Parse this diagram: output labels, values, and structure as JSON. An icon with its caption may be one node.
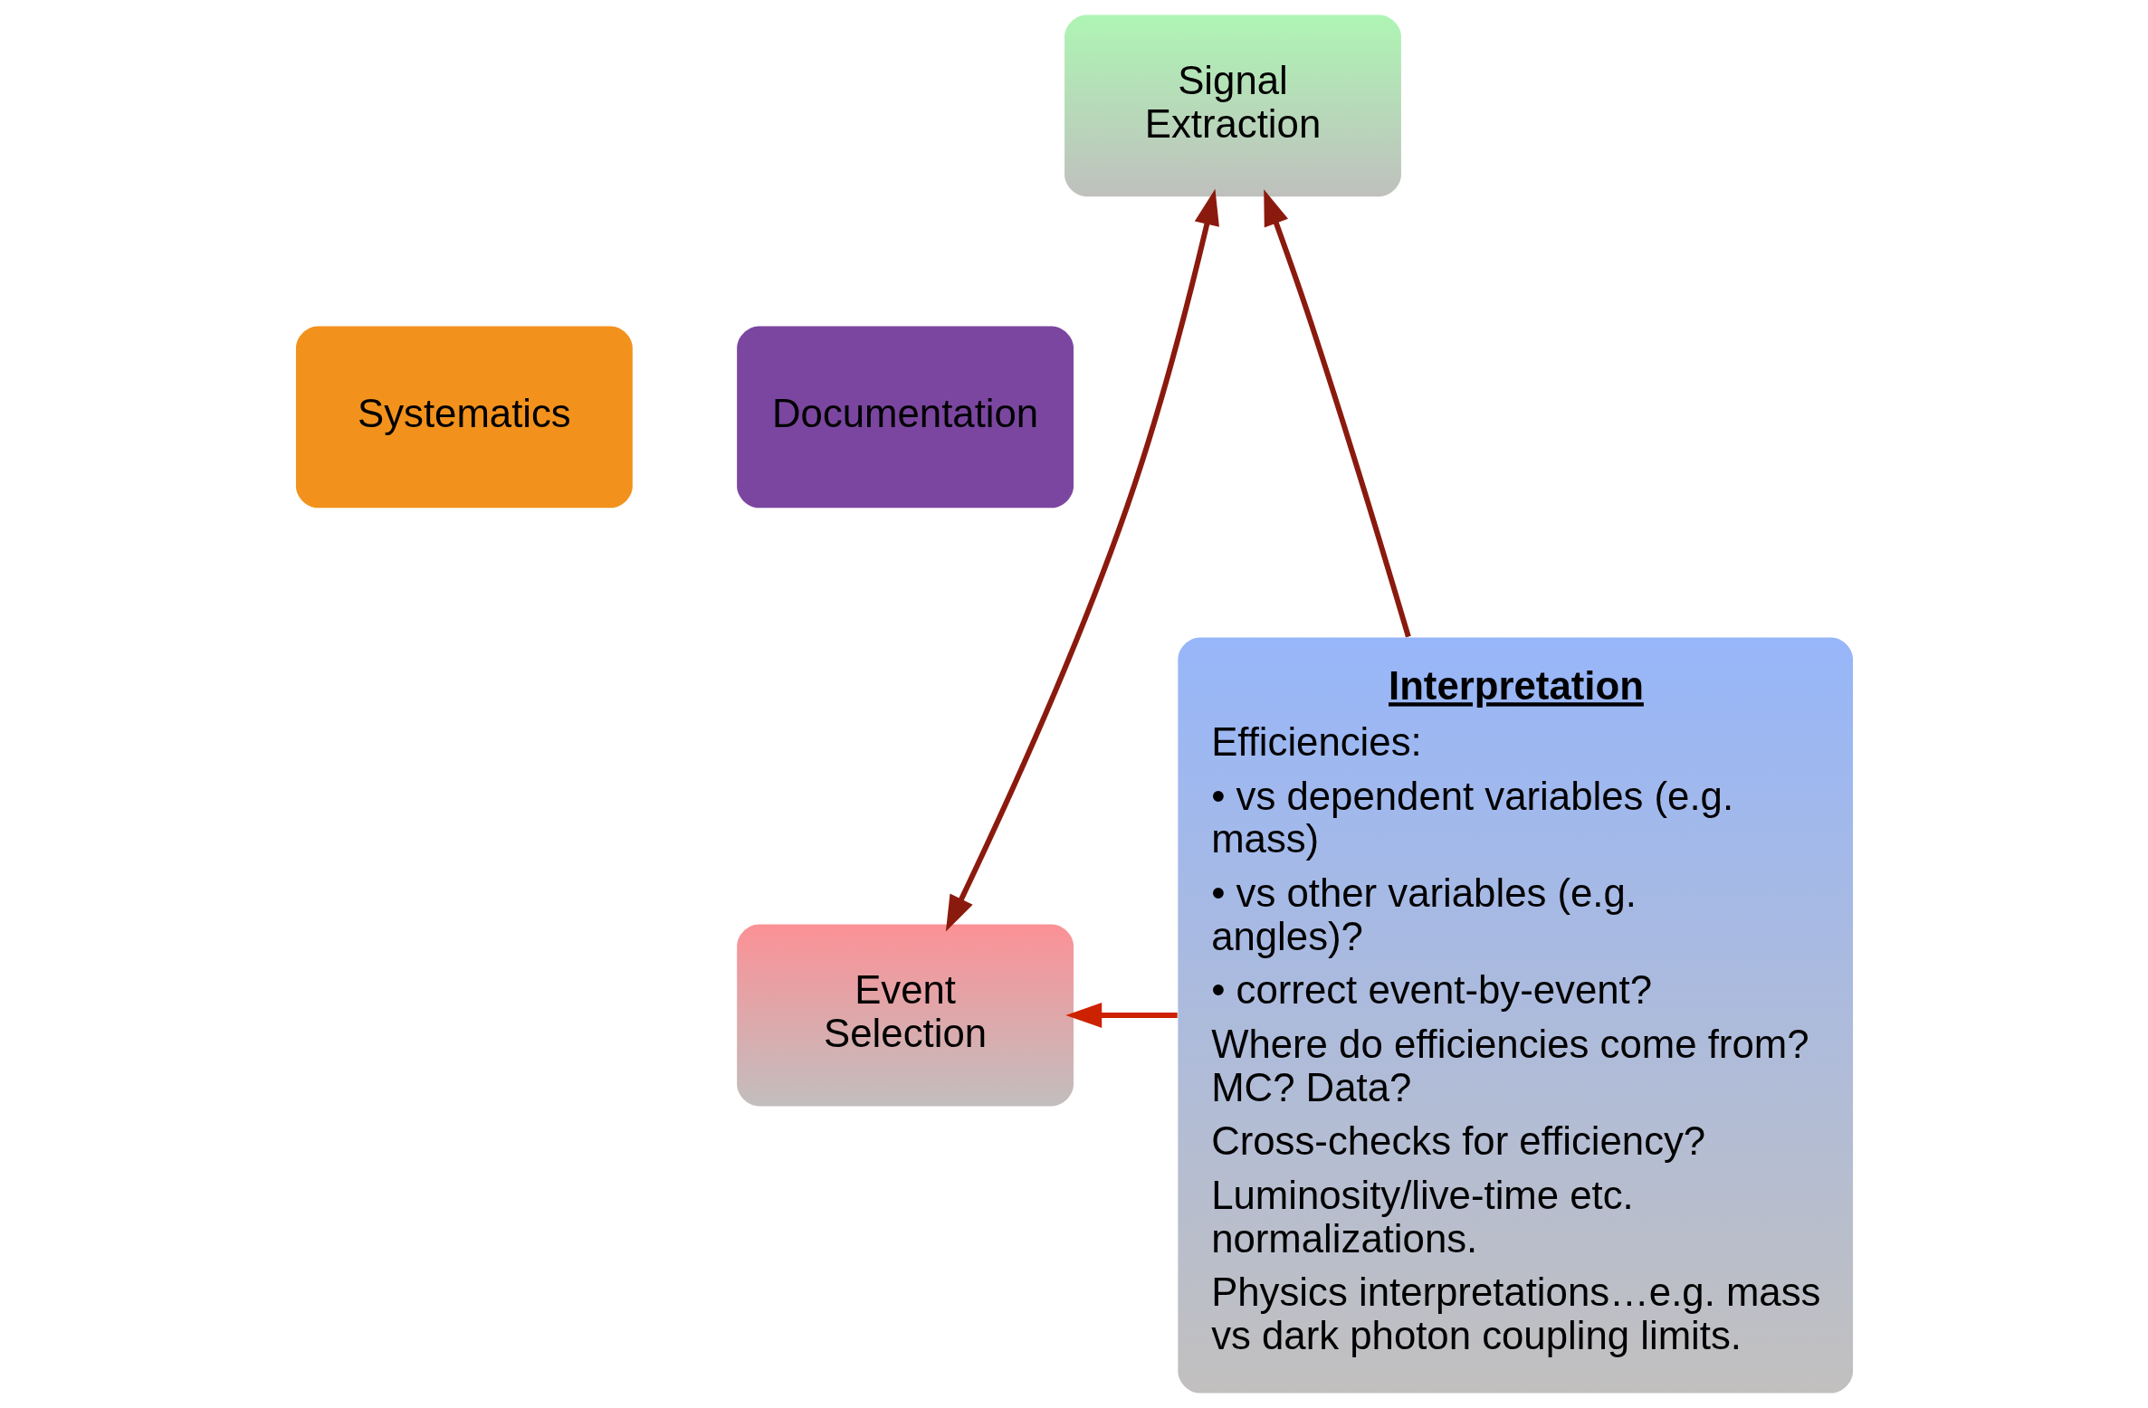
{
  "diagram": {
    "nodes": [
      {
        "text": [
          "Signal Extraction"
        ]
      },
      {
        "text": [
          "Systematics"
        ]
      },
      {
        "text": [
          "Documentation"
        ]
      },
      {
        "text": [
          "Event Selection"
        ]
      },
      {
        "text": [
          "Interpretation",
          "Efficiencies:",
          "• vs dependent variables (e.g. mass)",
          "• vs other variables (e.g. angles)?",
          "• correct event-by-event?",
          "Where do efficiencies come from? MC? Data?",
          "Cross-checks for efficiency?",
          "Luminosity/live-time etc. normalizations.",
          "Physics interpretations…e.g. mass vs dark photon coupling limits."
        ]
      }
    ],
    "edges": [
      {
        "from": 0,
        "to": 3,
        "arrow": "both"
      },
      {
        "from": 4,
        "to": 0,
        "arrow": "to"
      },
      {
        "from": 4,
        "to": 3,
        "arrow": "to",
        "color": "#cc2200"
      }
    ]
  }
}
